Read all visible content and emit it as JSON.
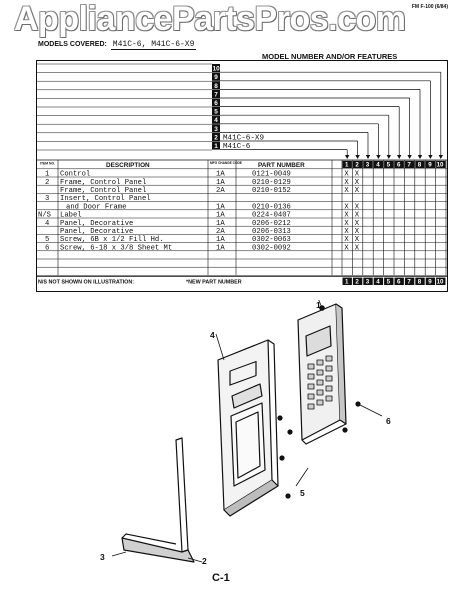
{
  "watermark": "AppliancePartsPros.com",
  "form_number": "FM F-100 (6/84)",
  "models_covered": {
    "label": "MODELS COVERED:",
    "value": "M41C-6, M41C-6-X9"
  },
  "features_title": "MODEL NUMBER AND/OR FEATURES",
  "model_rows": [
    {
      "index": "10",
      "model": ""
    },
    {
      "index": "9",
      "model": ""
    },
    {
      "index": "8",
      "model": ""
    },
    {
      "index": "7",
      "model": ""
    },
    {
      "index": "6",
      "model": ""
    },
    {
      "index": "5",
      "model": ""
    },
    {
      "index": "4",
      "model": ""
    },
    {
      "index": "3",
      "model": ""
    },
    {
      "index": "2",
      "model": "M41C-6-X9"
    },
    {
      "index": "1",
      "model": "M41C-6"
    }
  ],
  "columns": {
    "item_no": "ITEM NO.",
    "description": "DESCRIPTION",
    "mfg_change": "MFG CHANGE CODE",
    "part_number": "PART NUMBER"
  },
  "model_column_numbers": [
    "1",
    "2",
    "3",
    "4",
    "5",
    "6",
    "7",
    "8",
    "9",
    "10"
  ],
  "parts": [
    {
      "item": "1",
      "description": "Control",
      "code": "1A",
      "part_number": "0121-0049",
      "m1": "X",
      "m2": "X"
    },
    {
      "item": "2",
      "description": "Frame, Control Panel",
      "code": "1A",
      "part_number": "0210-0129",
      "m1": "X",
      "m2": "X"
    },
    {
      "item": "",
      "description": "Frame, Control Panel",
      "code": "2A",
      "part_number": "0210-0152",
      "m1": "X",
      "m2": "X"
    },
    {
      "item": "3",
      "description": "Insert, Control Panel",
      "code": "",
      "part_number": "",
      "m1": "",
      "m2": ""
    },
    {
      "item": "",
      "description": "and Door Frame",
      "code": "1A",
      "part_number": "0210-0136",
      "m1": "X",
      "m2": "X"
    },
    {
      "item": "N/S",
      "description": "Label",
      "code": "1A",
      "part_number": "0224-0407",
      "m1": "X",
      "m2": "X"
    },
    {
      "item": "4",
      "description": "Panel, Decorative",
      "code": "1A",
      "part_number": "0206-0212",
      "m1": "X",
      "m2": "X"
    },
    {
      "item": "",
      "description": "Panel, Decorative",
      "code": "2A",
      "part_number": "0206-0313",
      "m1": "X",
      "m2": "X"
    },
    {
      "item": "5",
      "description": "Screw, 6B x 1/2 Fill Hd.",
      "code": "1A",
      "part_number": "0302-0063",
      "m1": "X",
      "m2": "X"
    },
    {
      "item": "6",
      "description": "Screw, 6-18 x 3/8 Sheet Mt",
      "code": "1A",
      "part_number": "0302-0092",
      "m1": "X",
      "m2": "X"
    }
  ],
  "footnotes": {
    "not_shown": "N/S NOT SHOWN ON ILLUSTRATION:",
    "new_part": "*NEW PART NUMBER"
  },
  "callouts": [
    "1",
    "2",
    "3",
    "4",
    "5",
    "6"
  ],
  "page_number": "C-1"
}
